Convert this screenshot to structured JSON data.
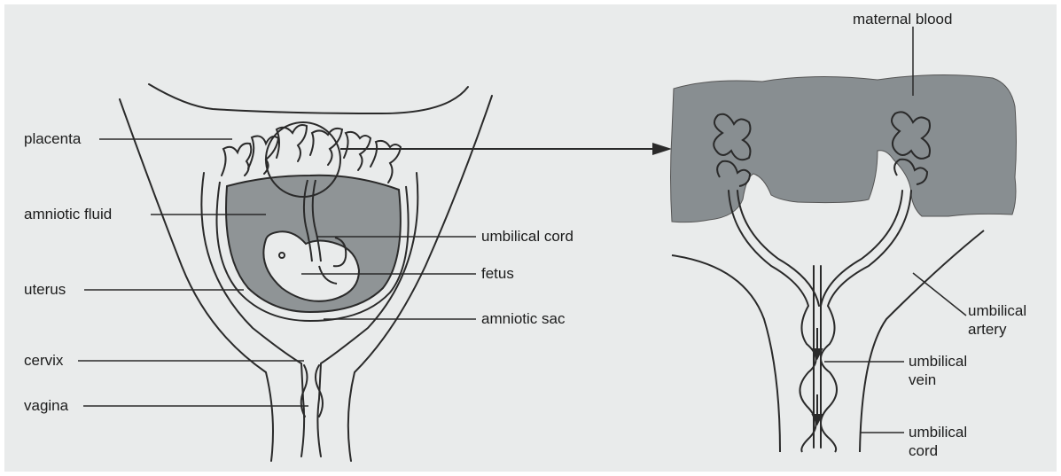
{
  "colors": {
    "paper": "#e9ebeb",
    "line": "#2a2a2a",
    "amniotic_fluid": "#8f9496",
    "maternal_blood": "#888e91",
    "text": "#1c1c1c"
  },
  "labels": {
    "placenta": "placenta",
    "amniotic_fluid": "amniotic fluid",
    "uterus": "uterus",
    "cervix": "cervix",
    "vagina": "vagina",
    "umbilical_cord": "umbilical cord",
    "fetus": "fetus",
    "amniotic_sac": "amniotic sac",
    "maternal_blood": "maternal blood",
    "umbilical_artery": [
      "umbilical",
      "artery"
    ],
    "umbilical_vein": [
      "umbilical",
      "vein"
    ],
    "umbilical_cord_detail": [
      "umbilical",
      "cord"
    ]
  }
}
